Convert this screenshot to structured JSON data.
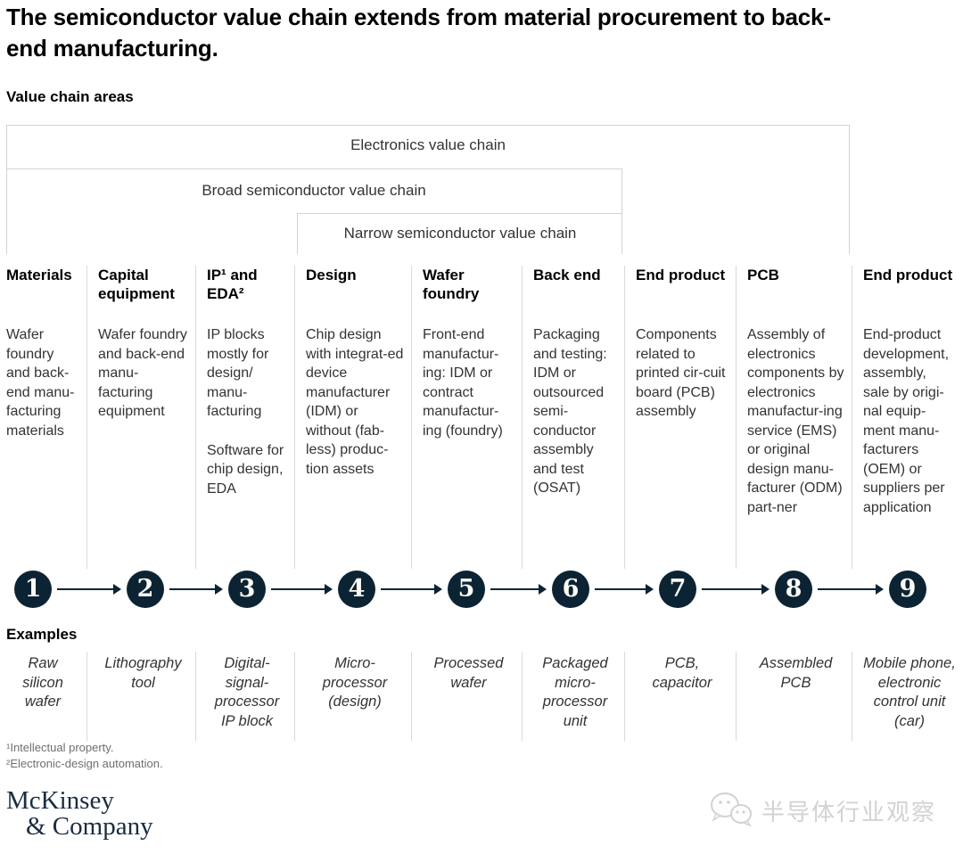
{
  "title": {
    "line1": "The semiconductor value chain extends from material procurement to back-",
    "line2": "end manufacturing."
  },
  "section_label": "Value chain areas",
  "chain_boxes": {
    "electronics": "Electronics value chain",
    "broad": "Broad semiconductor value chain",
    "narrow": "Narrow semiconductor value chain"
  },
  "columns": [
    {
      "number": "1",
      "header": "Materials",
      "description": [
        "Wafer foundry and back-end manu-facturing materials"
      ],
      "example": "Raw silicon wafer"
    },
    {
      "number": "2",
      "header": "Capital equipment",
      "description": [
        "Wafer foundry and back-end manu-facturing equipment"
      ],
      "example": "Lithography tool"
    },
    {
      "number": "3",
      "header": "IP¹ and EDA²",
      "description": [
        "IP blocks mostly for design/ manu-facturing",
        "Software for chip design, EDA"
      ],
      "example": "Digital-signal-processor IP block"
    },
    {
      "number": "4",
      "header": "Design",
      "description": [
        "Chip design with integrat-ed device manufacturer (IDM) or without (fab-less) produc-tion assets"
      ],
      "example": "Micro-processor (design)"
    },
    {
      "number": "5",
      "header": "Wafer foundry",
      "description": [
        "Front-end manufactur-ing: IDM or contract manufactur-ing (foundry)"
      ],
      "example": "Processed wafer"
    },
    {
      "number": "6",
      "header": "Back end",
      "description": [
        "Packaging and testing: IDM or outsourced semi-conductor assembly and test (OSAT)"
      ],
      "example": "Packaged micro-processor unit"
    },
    {
      "number": "7",
      "header": "End product",
      "description": [
        "Components related to printed cir-cuit board (PCB) assembly"
      ],
      "example": "PCB, capacitor"
    },
    {
      "number": "8",
      "header": "PCB",
      "description": [
        "Assembly of electronics components by electronics manufactur-ing service (EMS) or original design manu-facturer (ODM) part-ner"
      ],
      "example": "Assembled PCB"
    },
    {
      "number": "9",
      "header": "End product",
      "description": [
        "End-product development, assembly, sale by origi-nal equip-ment manu-facturers (OEM) or suppliers per application"
      ],
      "example": "Mobile phone, electronic control unit (car)"
    }
  ],
  "examples_label": "Examples",
  "footnotes": [
    "¹Intellectual property.",
    "²Electronic-design automation."
  ],
  "logo": {
    "line1": "McKinsey",
    "line2": "& Company"
  },
  "watermark_text": "半导体行业观察",
  "colors": {
    "accent_navy": "#0c2333",
    "body_text": "#333333",
    "border_gray": "#d9d9d9",
    "footnote_gray": "#6f6f6f",
    "watermark_gray": "#d2d2d2"
  }
}
